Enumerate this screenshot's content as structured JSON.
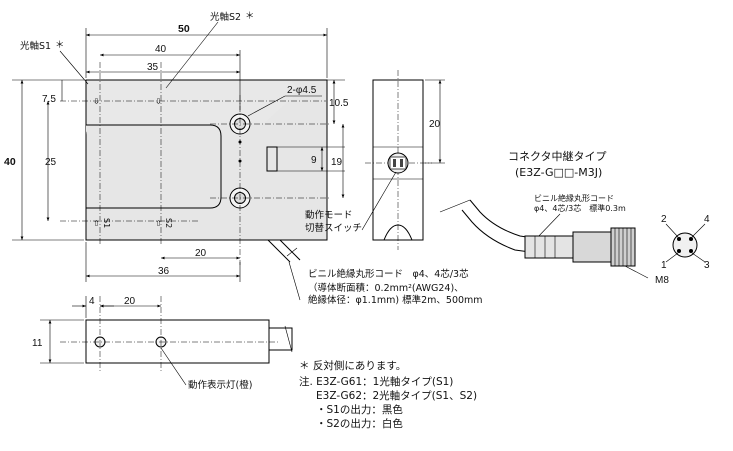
{
  "dimensions": {
    "overall_width": "50",
    "width_40": "40",
    "width_35": "35",
    "height_40": "40",
    "height_25": "25",
    "offset_7_5": "7.5",
    "hole_label": "2-φ4.5",
    "side_10_5": "10.5",
    "side_9": "9",
    "side_19": "19",
    "bottom_20": "20",
    "bottom_36": "36",
    "top_20": "20",
    "front_4": "4",
    "front_20": "20",
    "front_11": "11"
  },
  "labels": {
    "axis_s1": "光軸S1",
    "axis_s2": "光軸S2",
    "star": "＊",
    "s1": "S1",
    "s2": "S2",
    "mode_switch_line1": "動作モード",
    "mode_switch_line2": "切替スイッチ",
    "cable_line1": "ビニル絶縁丸形コード　φ4、4芯/3芯",
    "cable_line2": "（導体断面積：0.2mm²(AWG24)、",
    "cable_line3": "絶縁体径：φ1.1mm) 標準2m、500mm",
    "indicator": "動作表示灯(橙)",
    "connector_title": "コネクタ中継タイプ",
    "connector_model": "(E3Z-G□□-M3J)",
    "connector_cable_line1": "ビニル絶縁丸形コード",
    "connector_cable_line2": "φ4、4芯/3芯　標準0.3m",
    "pin_1": "1",
    "pin_2": "2",
    "pin_3": "3",
    "pin_4": "4",
    "thread": "M8"
  },
  "notes": {
    "line1": "＊ 反対側にあります。",
    "line2": "注. E3Z-G61：1光軸タイプ(S1)",
    "line3": "E3Z-G62：2光軸タイプ(S1、S2)",
    "line4": "・S1の出力：黒色",
    "line5": "・S2の出力：白色"
  }
}
